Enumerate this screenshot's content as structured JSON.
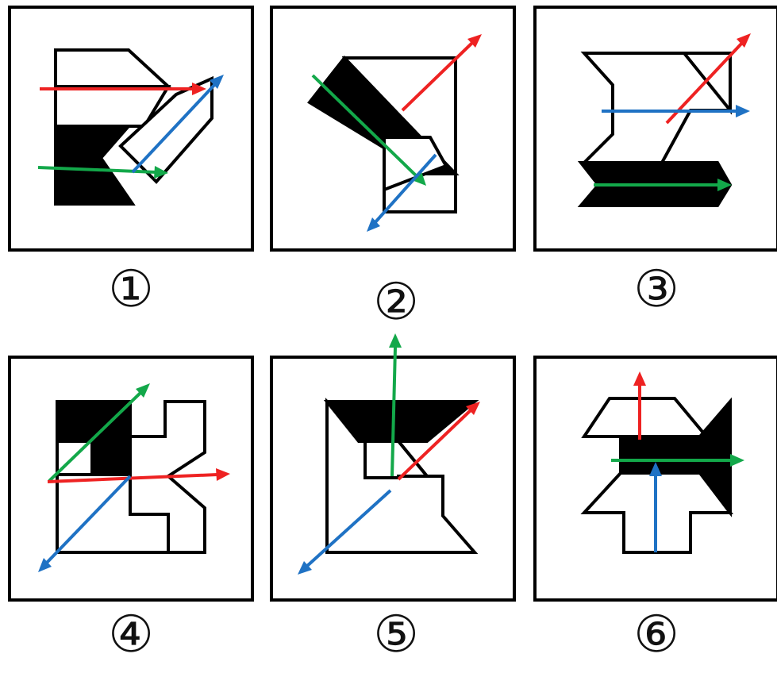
{
  "colors": {
    "red": "#ee2222",
    "green": "#13a84a",
    "blue": "#1f72c4",
    "ink": "#000000",
    "fill": "#ffffff"
  },
  "panels": [
    {
      "label": "①"
    },
    {
      "label": "②"
    },
    {
      "label": "③"
    },
    {
      "label": "④"
    },
    {
      "label": "⑤"
    },
    {
      "label": "⑥"
    }
  ]
}
